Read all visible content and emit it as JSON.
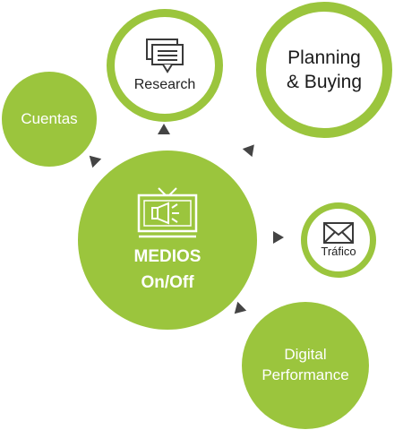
{
  "nodes": {
    "research": {
      "label": "Research",
      "icon": "chat-bubbles-icon"
    },
    "planning": {
      "line1": "Planning",
      "line2": "& Buying"
    },
    "cuentas": {
      "label": "Cuentas"
    },
    "medios": {
      "line1": "MEDIOS",
      "line2": "On/Off",
      "icon": "tv-megaphone-icon"
    },
    "trafico": {
      "label": "Tráfico",
      "icon": "envelope-icon"
    },
    "digital": {
      "line1": "Digital",
      "line2": "Performance"
    }
  },
  "colors": {
    "accent": "#9bc53d",
    "arrow": "#444444",
    "text": "#222222"
  }
}
